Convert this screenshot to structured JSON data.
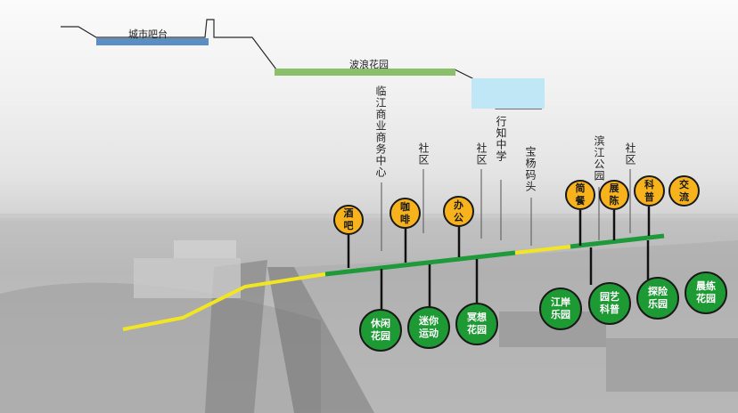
{
  "labels": {
    "city_bar": "城市吧台",
    "wave_garden": "波浪花园"
  },
  "vertical_labels": {
    "linjiang": "临江商业商务中心",
    "community1": "社区",
    "community2": "社区",
    "xingzhi": "行知中学",
    "baoyang": "宝杨码头",
    "binjiang": "滨江公园",
    "community3": "社区"
  },
  "yellow_nodes": {
    "bar": "酒吧",
    "coffee": "咖啡",
    "office": "办公",
    "dining": "简餐",
    "exhibit": "展陈",
    "science": "科普",
    "exchange": "交流"
  },
  "green_nodes": {
    "leisure": "休闲花园",
    "mini_sport": "迷你运动",
    "meditation": "冥想花园",
    "riverbank": "江岸乐园",
    "horticulture": "园艺科普",
    "adventure": "探险乐园",
    "morning": "晨练花园"
  },
  "colors": {
    "city_bar_bar": "#5a8ec4",
    "wave_garden_bar": "#8bbf6a",
    "water_box": "#bfe7f5",
    "path_yellow": "#f2e623",
    "path_green": "#1f9a3b",
    "node_yellow": "#f7b21c",
    "node_green": "#1e9a35"
  }
}
